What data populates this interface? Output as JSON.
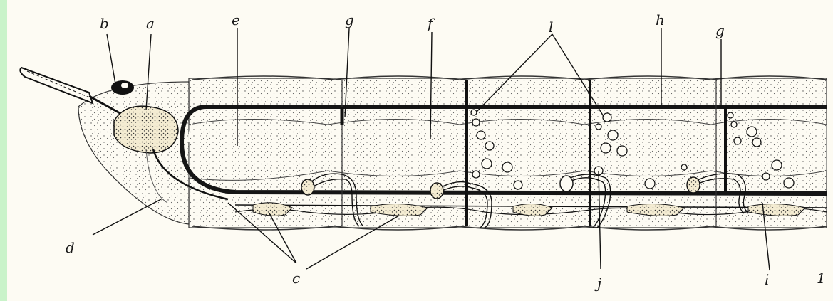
{
  "figure": {
    "labels": {
      "a": "a",
      "b": "b",
      "c": "c",
      "d": "d",
      "e": "e",
      "f": "f",
      "g1": "g",
      "g2": "g",
      "h": "h",
      "i": "i",
      "j": "j",
      "l": "l",
      "number": "1"
    },
    "colors": {
      "background": "#fdfbf3",
      "frame": "#d9f7d9",
      "ink": "#151515",
      "tissue": "#f4ecd2",
      "nerve_cord": "#e9dfb3"
    }
  }
}
